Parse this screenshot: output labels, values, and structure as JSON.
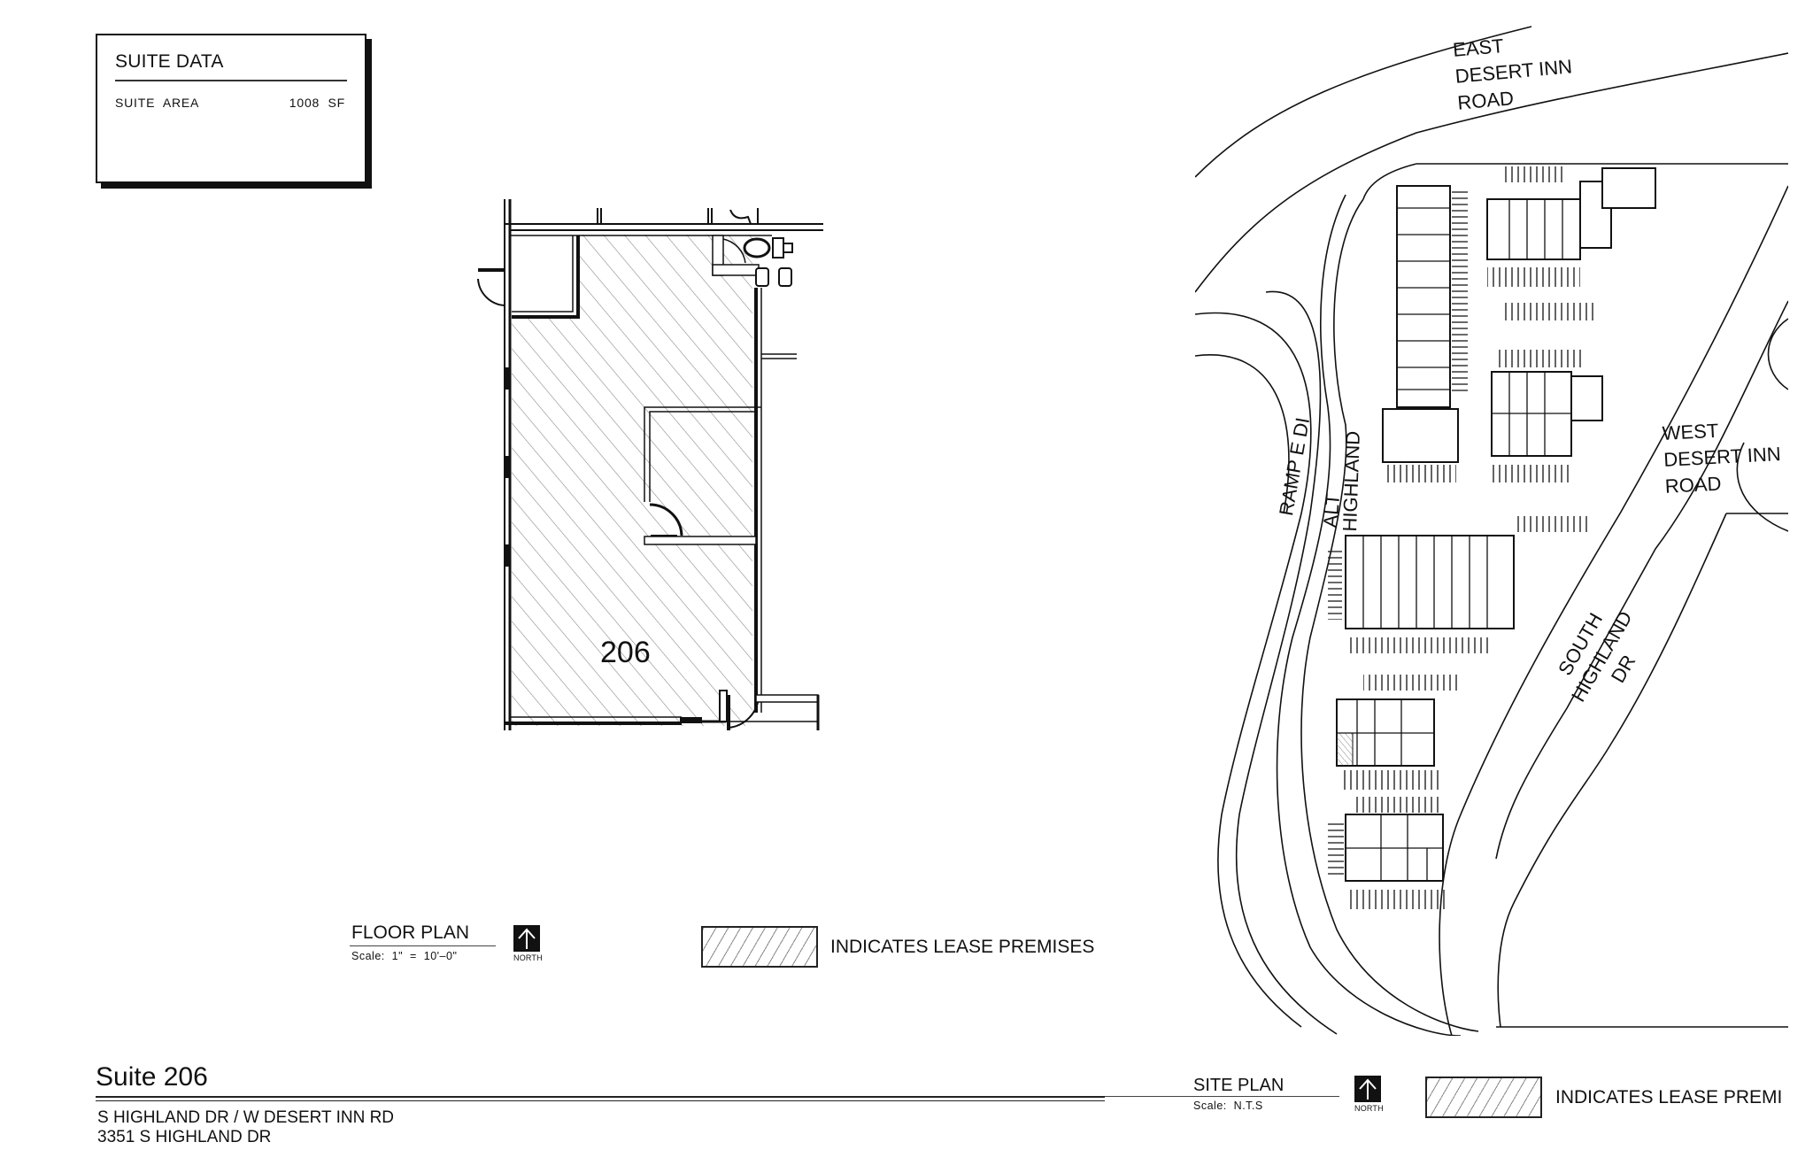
{
  "suite_data": {
    "title": "SUITE DATA",
    "rows": [
      {
        "label": "SUITE  AREA",
        "value": "1008  SF"
      }
    ]
  },
  "floor_plan": {
    "unit_number": "206",
    "title": "FLOOR PLAN",
    "scale": "Scale:  1\"  =  10'–0\"",
    "north_label": "NORTH",
    "legend_text": "INDICATES LEASE PREMISES"
  },
  "site_plan": {
    "title": "SITE PLAN",
    "scale": "Scale:  N.T.S",
    "north_label": "NORTH",
    "legend_text": "INDICATES LEASE PREMI",
    "road_labels": {
      "east_desert_inn": [
        "EAST",
        "DESERT INN",
        "ROAD"
      ],
      "west_desert_inn": [
        "WEST",
        "DESERT INN",
        "ROAD"
      ],
      "ramp": "RAMP E DI",
      "alt": "ALT",
      "highland": "HIGHLAND",
      "south_highland": [
        "SOUTH",
        "HIGHLAND",
        "DR"
      ]
    }
  },
  "title_block": {
    "title": "Suite 206",
    "address_line1": "S HIGHLAND DR / W DESERT INN RD",
    "address_line2": "3351 S HIGHLAND DR"
  },
  "colors": {
    "line": "#111111",
    "hatch": "#8a8a8a",
    "background": "#ffffff"
  }
}
